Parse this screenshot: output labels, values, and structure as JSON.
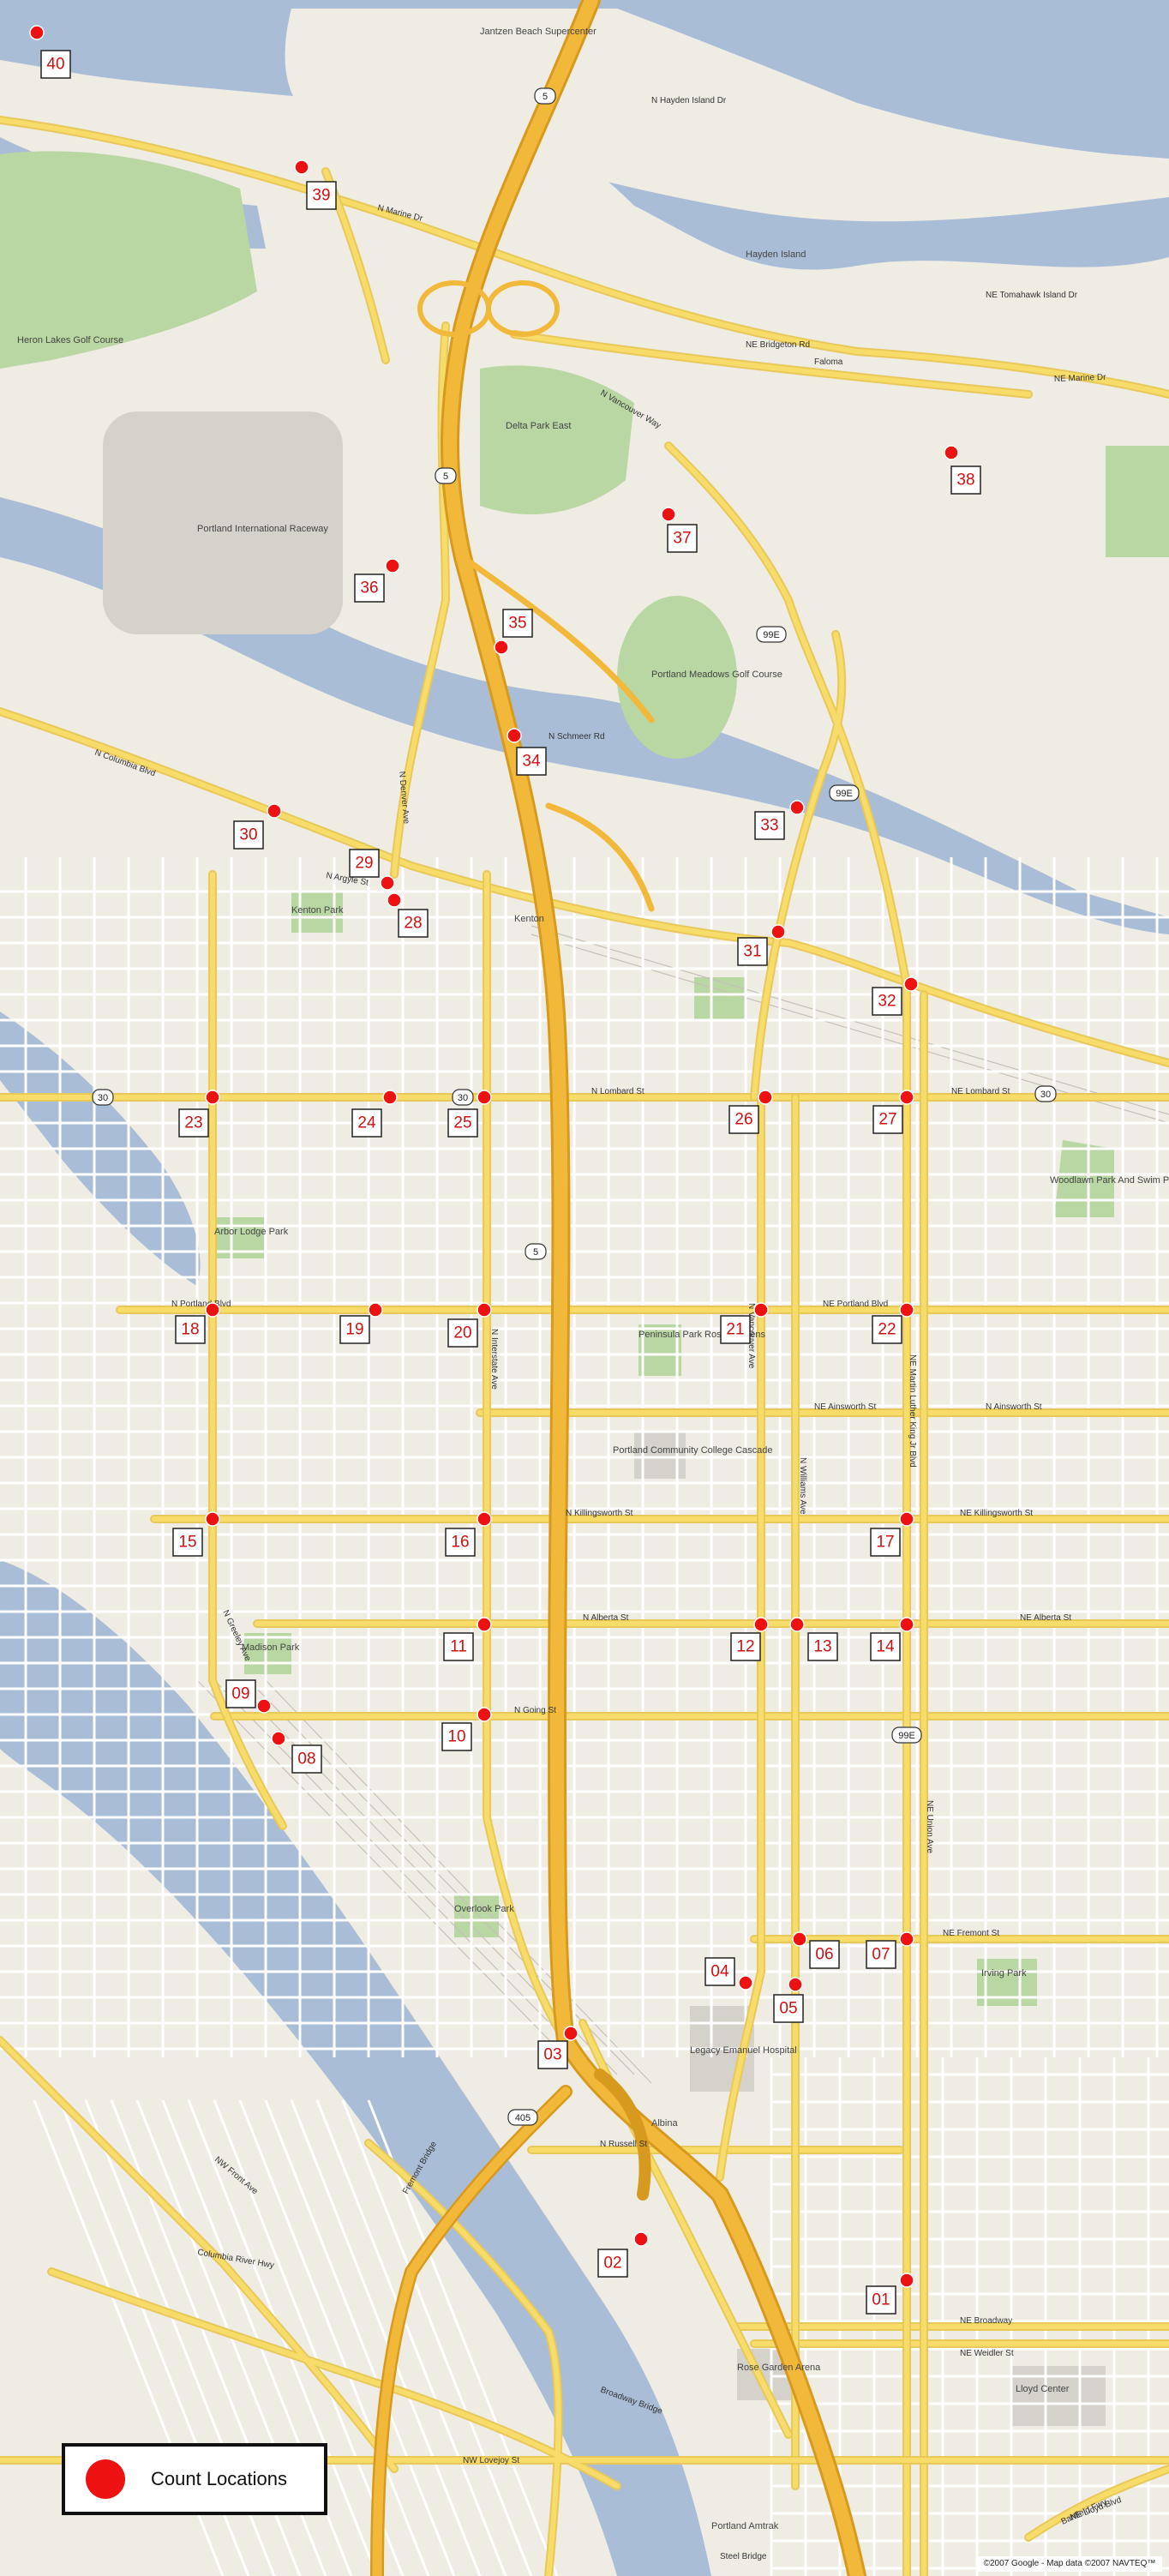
{
  "legend": {
    "label": "Count Locations"
  },
  "copyright": "©2007 Google - Map data ©2007 NAVTEQ™",
  "colors": {
    "marker": "#ee1111",
    "major_road": "#f7d54a",
    "freeway": "#f2b83a",
    "water": "#a9bdd6",
    "park": "#b8d7a2",
    "land": "#efece4"
  },
  "areas": [
    {
      "id": "jantzen",
      "label": "Jantzen Beach Supercenter"
    },
    {
      "id": "heron",
      "label": "Heron Lakes Golf Course"
    },
    {
      "id": "raceway",
      "label": "Portland International Raceway"
    },
    {
      "id": "meadows",
      "label": "Portland Meadows Golf Course"
    },
    {
      "id": "delta",
      "label": "Delta Park East"
    },
    {
      "id": "kenton",
      "label": "Kenton"
    },
    {
      "id": "kenton_park",
      "label": "Kenton Park"
    },
    {
      "id": "arbor",
      "label": "Arbor Lodge Park"
    },
    {
      "id": "peninsula",
      "label": "Peninsula Park Rose Gardens"
    },
    {
      "id": "pcc",
      "label": "Portland Community College Cascade"
    },
    {
      "id": "woodlawn",
      "label": "Woodlawn Park And Swim Pool"
    },
    {
      "id": "madison",
      "label": "Madison Park"
    },
    {
      "id": "overlook",
      "label": "Overlook Park"
    },
    {
      "id": "irving",
      "label": "Irving Park"
    },
    {
      "id": "emanuel",
      "label": "Legacy Emanuel Hospital"
    },
    {
      "id": "albina",
      "label": "Albina"
    },
    {
      "id": "rose",
      "label": "Rose Garden Arena"
    },
    {
      "id": "lloyd",
      "label": "Lloyd Center"
    },
    {
      "id": "amtrak",
      "label": "Portland Amtrak"
    },
    {
      "id": "hayden",
      "label": "Hayden Island"
    }
  ],
  "roads": [
    {
      "id": "marine",
      "label": "N Marine Dr"
    },
    {
      "id": "ne_marine",
      "label": "NE Marine Dr"
    },
    {
      "id": "columbia",
      "label": "N Columbia Blvd"
    },
    {
      "id": "lombard",
      "label": "N Lombard St"
    },
    {
      "id": "ne_lombard",
      "label": "NE Lombard St"
    },
    {
      "id": "portland_blvd",
      "label": "N Portland Blvd"
    },
    {
      "id": "ne_portland_blvd",
      "label": "NE Portland Blvd"
    },
    {
      "id": "ainsworth",
      "label": "N Ainsworth St"
    },
    {
      "id": "ne_ainsworth",
      "label": "NE Ainsworth St"
    },
    {
      "id": "killingsworth",
      "label": "N Killingsworth St"
    },
    {
      "id": "ne_killingsworth",
      "label": "NE Killingsworth St"
    },
    {
      "id": "alberta",
      "label": "N Alberta St"
    },
    {
      "id": "ne_alberta",
      "label": "NE Alberta St"
    },
    {
      "id": "going",
      "label": "N Going St"
    },
    {
      "id": "fremont",
      "label": "NE Fremont St"
    },
    {
      "id": "russell",
      "label": "N Russell St"
    },
    {
      "id": "broadway",
      "label": "NE Broadway"
    },
    {
      "id": "weidler",
      "label": "NE Weidler St"
    },
    {
      "id": "interstate",
      "label": "N Interstate Ave"
    },
    {
      "id": "greeley",
      "label": "N Greeley Ave"
    },
    {
      "id": "vancouver",
      "label": "N Vancouver Ave"
    },
    {
      "id": "williams",
      "label": "N Williams Ave"
    },
    {
      "id": "mlk",
      "label": "NE Martin Luther King Jr Blvd"
    },
    {
      "id": "union",
      "label": "NE Union Ave"
    },
    {
      "id": "lloyd_blvd",
      "label": "NE Lloyd Blvd"
    },
    {
      "id": "denver",
      "label": "N Denver Ave"
    },
    {
      "id": "argyle",
      "label": "N Argyle St"
    },
    {
      "id": "schmeer",
      "label": "N Schmeer Rd"
    },
    {
      "id": "columbia_river_hwy",
      "label": "Columbia River Hwy"
    },
    {
      "id": "fremont_bridge",
      "label": "Fremont Bridge"
    },
    {
      "id": "broadway_bridge",
      "label": "Broadway Bridge"
    },
    {
      "id": "steel_bridge",
      "label": "Steel Bridge"
    },
    {
      "id": "nw_front",
      "label": "NW Front Ave"
    },
    {
      "id": "nw_lovejoy",
      "label": "NW Lovejoy St"
    },
    {
      "id": "banfield",
      "label": "Banfield Fwy"
    },
    {
      "id": "tomahawk",
      "label": "NE Tomahawk Island Dr"
    },
    {
      "id": "bridgeton",
      "label": "NE Bridgeton Rd"
    },
    {
      "id": "vancouver_way",
      "label": "N Vancouver Way"
    },
    {
      "id": "hayden_is_dr",
      "label": "N Hayden Island Dr"
    },
    {
      "id": "faloma",
      "label": "Faloma"
    }
  ],
  "markers": [
    {
      "id": "01",
      "label": "01"
    },
    {
      "id": "02",
      "label": "02"
    },
    {
      "id": "03",
      "label": "03"
    },
    {
      "id": "04",
      "label": "04"
    },
    {
      "id": "05",
      "label": "05"
    },
    {
      "id": "06",
      "label": "06"
    },
    {
      "id": "07",
      "label": "07"
    },
    {
      "id": "08",
      "label": "08"
    },
    {
      "id": "09",
      "label": "09"
    },
    {
      "id": "10",
      "label": "10"
    },
    {
      "id": "11",
      "label": "11"
    },
    {
      "id": "12",
      "label": "12"
    },
    {
      "id": "13",
      "label": "13"
    },
    {
      "id": "14",
      "label": "14"
    },
    {
      "id": "15",
      "label": "15"
    },
    {
      "id": "16",
      "label": "16"
    },
    {
      "id": "17",
      "label": "17"
    },
    {
      "id": "18",
      "label": "18"
    },
    {
      "id": "19",
      "label": "19"
    },
    {
      "id": "20",
      "label": "20"
    },
    {
      "id": "21",
      "label": "21"
    },
    {
      "id": "22",
      "label": "22"
    },
    {
      "id": "23",
      "label": "23"
    },
    {
      "id": "24",
      "label": "24"
    },
    {
      "id": "25",
      "label": "25"
    },
    {
      "id": "26",
      "label": "26"
    },
    {
      "id": "27",
      "label": "27"
    },
    {
      "id": "28",
      "label": "28"
    },
    {
      "id": "29",
      "label": "29"
    },
    {
      "id": "30",
      "label": "30"
    },
    {
      "id": "31",
      "label": "31"
    },
    {
      "id": "32",
      "label": "32"
    },
    {
      "id": "33",
      "label": "33"
    },
    {
      "id": "34",
      "label": "34"
    },
    {
      "id": "35",
      "label": "35"
    },
    {
      "id": "36",
      "label": "36"
    },
    {
      "id": "37",
      "label": "37"
    },
    {
      "id": "38",
      "label": "38"
    },
    {
      "id": "39",
      "label": "39"
    },
    {
      "id": "40",
      "label": "40"
    }
  ],
  "shields": [
    {
      "id": "i5_a",
      "label": "5"
    },
    {
      "id": "i5_b",
      "label": "5"
    },
    {
      "id": "i5_c",
      "label": "5"
    },
    {
      "id": "us30_a",
      "label": "30"
    },
    {
      "id": "us30_b",
      "label": "30"
    },
    {
      "id": "us30_c",
      "label": "30"
    },
    {
      "id": "or99e_a",
      "label": "99E"
    },
    {
      "id": "or99e_b",
      "label": "99E"
    },
    {
      "id": "or99e_c",
      "label": "99E"
    },
    {
      "id": "i405",
      "label": "405"
    }
  ]
}
